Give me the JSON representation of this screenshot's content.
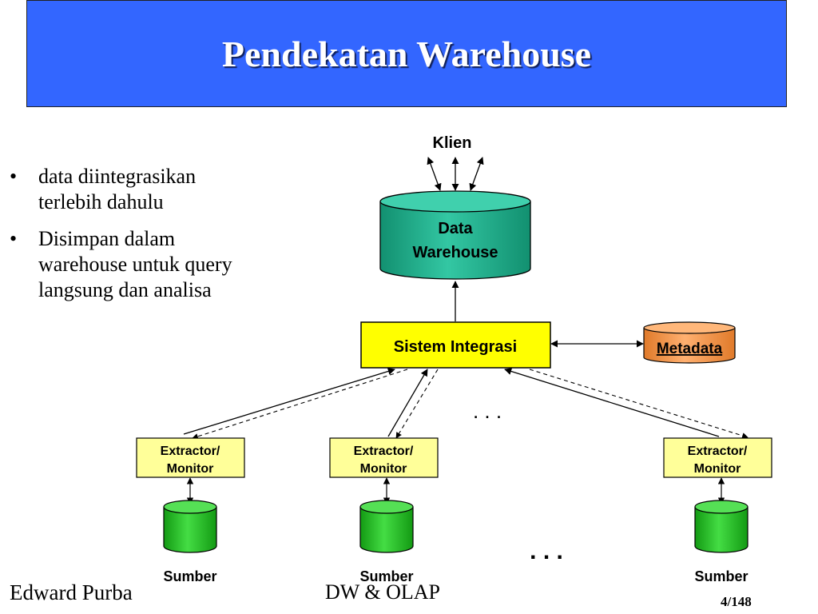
{
  "title": "Pendekatan Warehouse",
  "bullets": [
    "data diintegrasikan terlebih dahulu",
    "Disimpan dalam warehouse untuk query langsung dan analisa"
  ],
  "diagram": {
    "client": "Klien",
    "warehouse_line1": "Data",
    "warehouse_line2": "Warehouse",
    "integration": "Sistem Integrasi",
    "metadata": "Metadata",
    "extractor_line1": "Extractor/",
    "extractor_line2": "Monitor",
    "source": "Sumber",
    "ellipsis": ". . ."
  },
  "footer": {
    "author": "Edward Purba",
    "course": "DW & OLAP",
    "page": "4/148"
  },
  "colors": {
    "title_bg": "#3366ff",
    "warehouse": "#1fae8c",
    "integration": "#ffff00",
    "metadata": "#f79646",
    "extractor": "#ffff99",
    "source": "#22bb22"
  }
}
